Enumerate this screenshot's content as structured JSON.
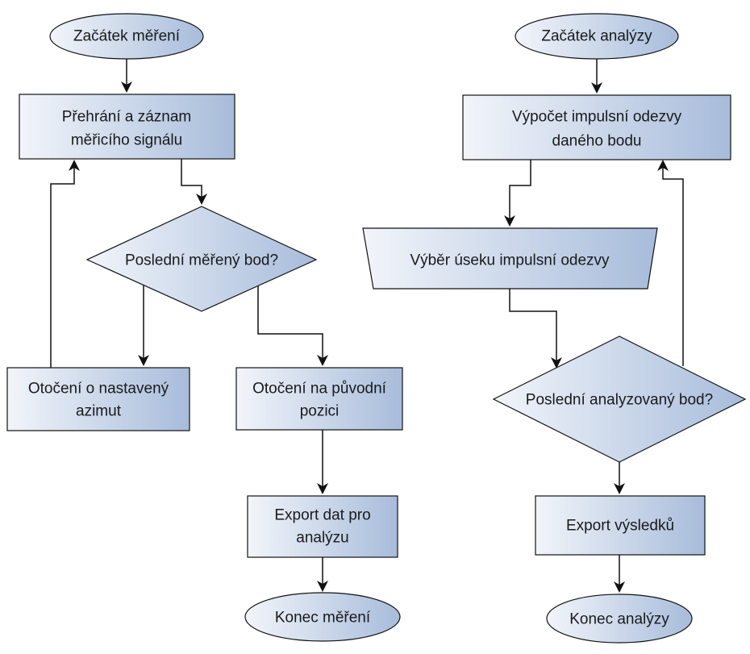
{
  "measurement": {
    "start": "Začátek měření",
    "record": [
      "Přehrání a záznam",
      "měřicího signálu"
    ],
    "decision": "Poslední měřený bod?",
    "rotate_azimuth": [
      "Otočení o nastavený",
      "azimut"
    ],
    "rotate_origin": [
      "Otočení na původní",
      "pozici"
    ],
    "export": [
      "Export dat pro",
      "analýzu"
    ],
    "end": "Konec měření"
  },
  "analysis": {
    "start": "Začátek analýzy",
    "compute": [
      "Výpočet impulsní odezvy",
      "daného bodu"
    ],
    "select": "Výběr úseku impulsní odezvy",
    "decision": "Poslední analyzovaný bod?",
    "export": "Export výsledků",
    "end": "Konec analýzy"
  },
  "colors": {
    "fill_light": "#f2f5fa",
    "fill_dark": "#a7bcdb",
    "stroke": "#111111"
  }
}
